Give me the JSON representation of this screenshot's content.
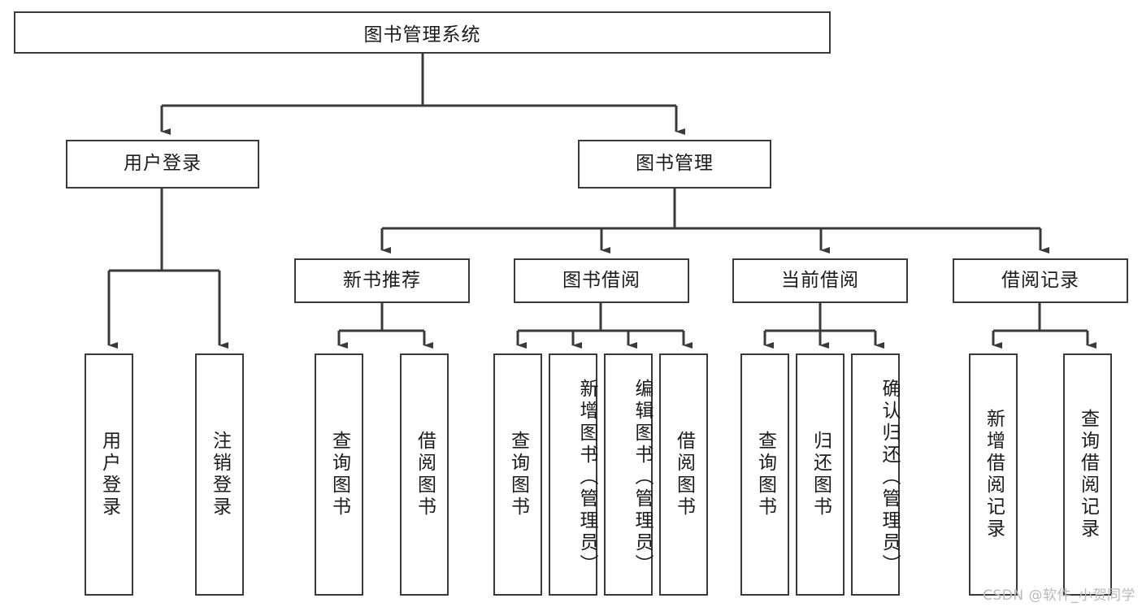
{
  "diagram": {
    "type": "tree-hierarchy",
    "title": "图书管理系统",
    "watermark": "CSDN @软件_小贺同学",
    "colors": {
      "box_border": "#3a3a3a",
      "box_fill": "#ffffff",
      "edge": "#3a3a3a",
      "text": "#1b1b1b",
      "watermark": "#b9b9b9",
      "background": "#ffffff"
    },
    "root": {
      "label": "图书管理系统"
    },
    "level1": [
      {
        "label": "用户登录"
      },
      {
        "label": "图书管理"
      }
    ],
    "level2": [
      {
        "label": "新书推荐",
        "parent": "图书管理"
      },
      {
        "label": "图书借阅",
        "parent": "图书管理"
      },
      {
        "label": "当前借阅",
        "parent": "图书管理"
      },
      {
        "label": "借阅记录",
        "parent": "图书管理"
      }
    ],
    "leaves": [
      {
        "label": "用户登录",
        "parent": "用户登录"
      },
      {
        "label": "注销登录",
        "parent": "用户登录"
      },
      {
        "label": "查询图书",
        "parent": "新书推荐"
      },
      {
        "label": "借阅图书",
        "parent": "新书推荐"
      },
      {
        "label": "查询图书",
        "parent": "图书借阅"
      },
      {
        "label": "新增图书（管理员）",
        "parent": "图书借阅"
      },
      {
        "label": "编辑图书（管理员）",
        "parent": "图书借阅"
      },
      {
        "label": "借阅图书",
        "parent": "图书借阅"
      },
      {
        "label": "查询图书",
        "parent": "当前借阅"
      },
      {
        "label": "归还图书",
        "parent": "当前借阅"
      },
      {
        "label": "确认归还（管理员）",
        "parent": "当前借阅"
      },
      {
        "label": "新增借阅记录",
        "parent": "借阅记录"
      },
      {
        "label": "查询借阅记录",
        "parent": "借阅记录"
      }
    ]
  }
}
